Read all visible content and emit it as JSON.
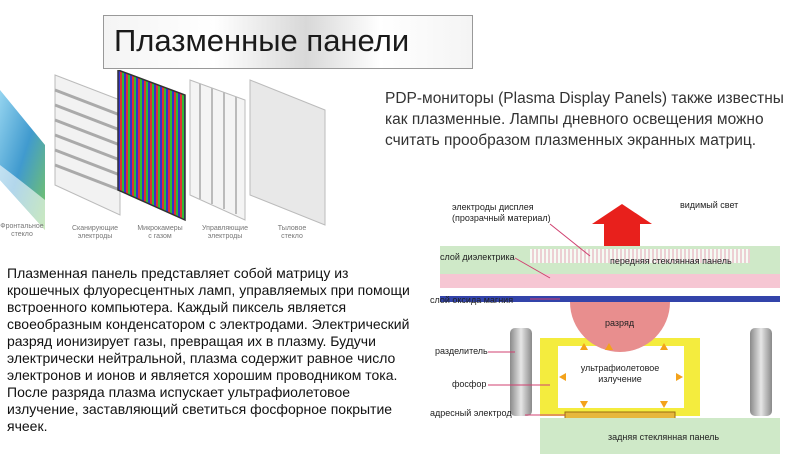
{
  "title": "Плазменные панели",
  "intro": "PDP-мониторы (Plasma Display Panels) также известны как плазменные. Лампы дневного освещения можно считать прообразом плазменных экранных матриц.",
  "body": "Плазменная панель представляет собой матрицу из крошечных флуоресцентных ламп, управляемых при помощи встроенного компьютера. Каждый пиксель является своеобразным конденсатором с электродами. Электрический разряд ионизирует газы, превращая их в плазму. Будучи электрически нейтральной, плазма содержит равное число электронов и ионов и является хорошим проводником тока. После разряда плазма испускает ультрафиолетовое излучение, заставляющий светиться фосфорное покрытие ячеек.",
  "layers": {
    "front_glass": [
      "Фронтальное",
      "стекло"
    ],
    "scan_electrodes": [
      "Сканирующие",
      "электроды"
    ],
    "microcameras": [
      "Микрокамеры",
      "с газом"
    ],
    "control_electrodes": [
      "Управляющие",
      "электроды"
    ],
    "rear_glass": [
      "Тыловое",
      "стекло"
    ]
  },
  "diagram": {
    "display_electrodes": [
      "электроды дисплея",
      "(прозрачный материал)"
    ],
    "visible_light": "видимый свет",
    "dielectric_layer": "слой диэлектрика",
    "front_glass_panel": "передняя стеклянная панель",
    "magnesium_oxide": "слой оксида магния",
    "discharge": "разряд",
    "separator": "разделитель",
    "ultraviolet": [
      "ультрафиолетовое",
      "излучение"
    ],
    "phosphor": "фосфор",
    "address_electrode": "адресный электрод",
    "rear_glass_panel": "задняя стеклянная панель"
  }
}
